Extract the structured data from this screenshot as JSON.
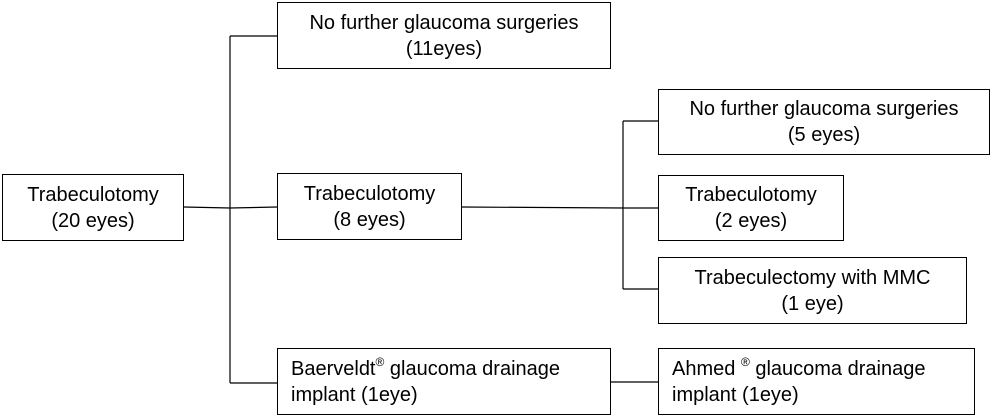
{
  "diagram": {
    "nodes": {
      "root": {
        "line1": "Trabeculotomy",
        "line2": "(20 eyes)"
      },
      "no_further_1": {
        "line1": "No further glaucoma surgeries",
        "line2": "(11eyes)"
      },
      "trab_8": {
        "line1": "Trabeculotomy",
        "line2": "(8 eyes)"
      },
      "baerveldt": {
        "line1_text": "Baerveldt",
        "line1_mark": "®",
        "line1_rest": " glaucoma drainage",
        "line2": "implant (1eye)"
      },
      "no_further_2": {
        "line1": "No further glaucoma surgeries",
        "line2": "(5 eyes)"
      },
      "trab_2": {
        "line1": "Trabeculotomy",
        "line2": "(2 eyes)"
      },
      "trabeculectomy": {
        "line1": "Trabeculectomy with MMC",
        "line2": "(1 eye)"
      },
      "ahmed": {
        "line1_text": "Ahmed ",
        "line1_mark": "®",
        "line1_rest": " glaucoma drainage",
        "line2": "implant (1eye)"
      }
    },
    "edges": [
      {
        "from": "root",
        "to": "no_further_1"
      },
      {
        "from": "root",
        "to": "trab_8"
      },
      {
        "from": "root",
        "to": "baerveldt"
      },
      {
        "from": "trab_8",
        "to": "no_further_2"
      },
      {
        "from": "trab_8",
        "to": "trab_2"
      },
      {
        "from": "trab_8",
        "to": "trabeculectomy"
      },
      {
        "from": "baerveldt",
        "to": "ahmed"
      }
    ]
  }
}
